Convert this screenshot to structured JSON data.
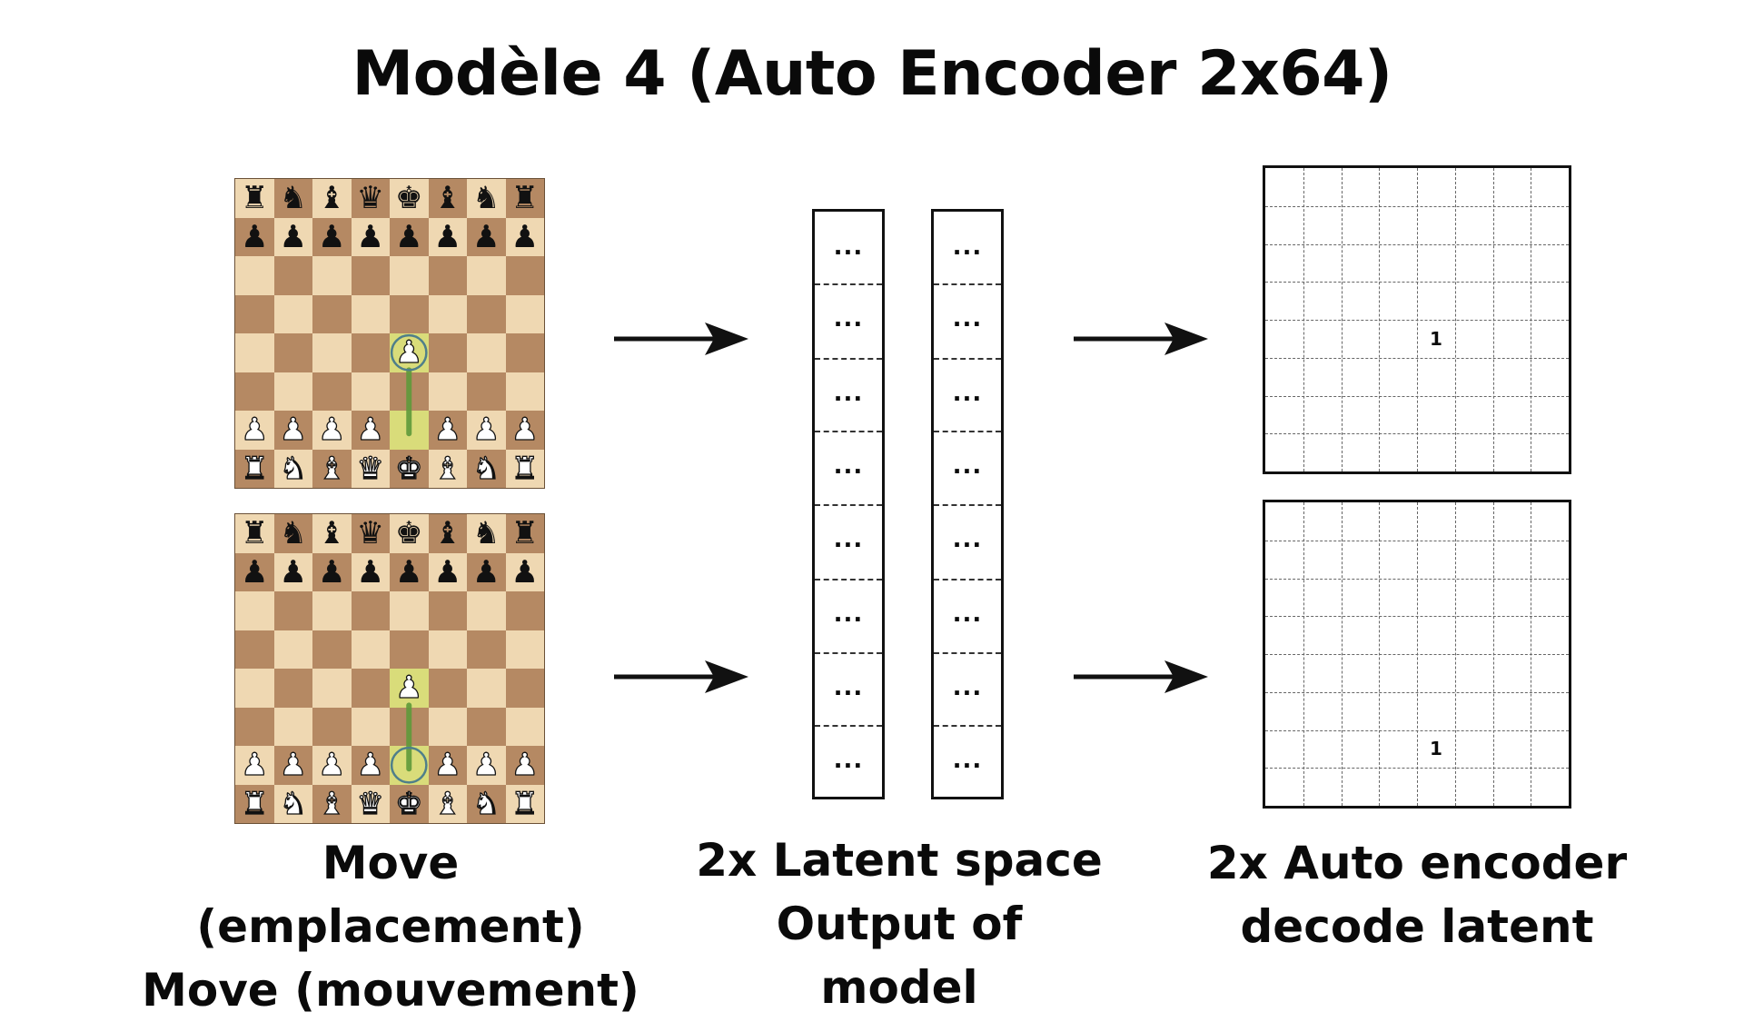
{
  "title": "Modèle 4 (Auto Encoder 2x64)",
  "boards": [
    {
      "rows": [
        "rnbqkbnr",
        "pppppppp",
        "........",
        "........",
        "....P...",
        "........",
        "PPPP.PPP",
        "RNBQKBNR"
      ],
      "highlight": [
        [
          4,
          4
        ],
        [
          6,
          4
        ]
      ],
      "circle": [
        4,
        4
      ],
      "arrow": {
        "from": [
          6,
          4
        ],
        "to": [
          4,
          4
        ]
      }
    },
    {
      "rows": [
        "rnbqkbnr",
        "pppppppp",
        "........",
        "........",
        "....P...",
        "........",
        "PPPP.PPP",
        "RNBQKBNR"
      ],
      "highlight": [
        [
          4,
          4
        ],
        [
          6,
          4
        ]
      ],
      "circle": [
        6,
        4
      ],
      "arrow": {
        "from": [
          6,
          4
        ],
        "to": [
          4,
          4
        ]
      }
    }
  ],
  "latent": {
    "cell_text": "...",
    "columns": [
      [
        "...",
        "...",
        "...",
        "...",
        "...",
        "...",
        "...",
        "..."
      ],
      [
        "...",
        "...",
        "...",
        "...",
        "...",
        "...",
        "...",
        "..."
      ]
    ]
  },
  "outputs": [
    {
      "value": "1",
      "row": 4,
      "col": 4
    },
    {
      "value": "1",
      "row": 6,
      "col": 4
    }
  ],
  "captions": {
    "left": [
      "Move (emplacement)",
      "Move (mouvement)"
    ],
    "middle": [
      "2x Latent space",
      "Output of model"
    ],
    "right": [
      "2x Auto encoder",
      "decode latent"
    ]
  },
  "colors": {
    "light_square": "#efd8b2",
    "dark_square": "#b58963",
    "highlight": "#c8d06a",
    "move_arrow": "#5f9a3a"
  }
}
